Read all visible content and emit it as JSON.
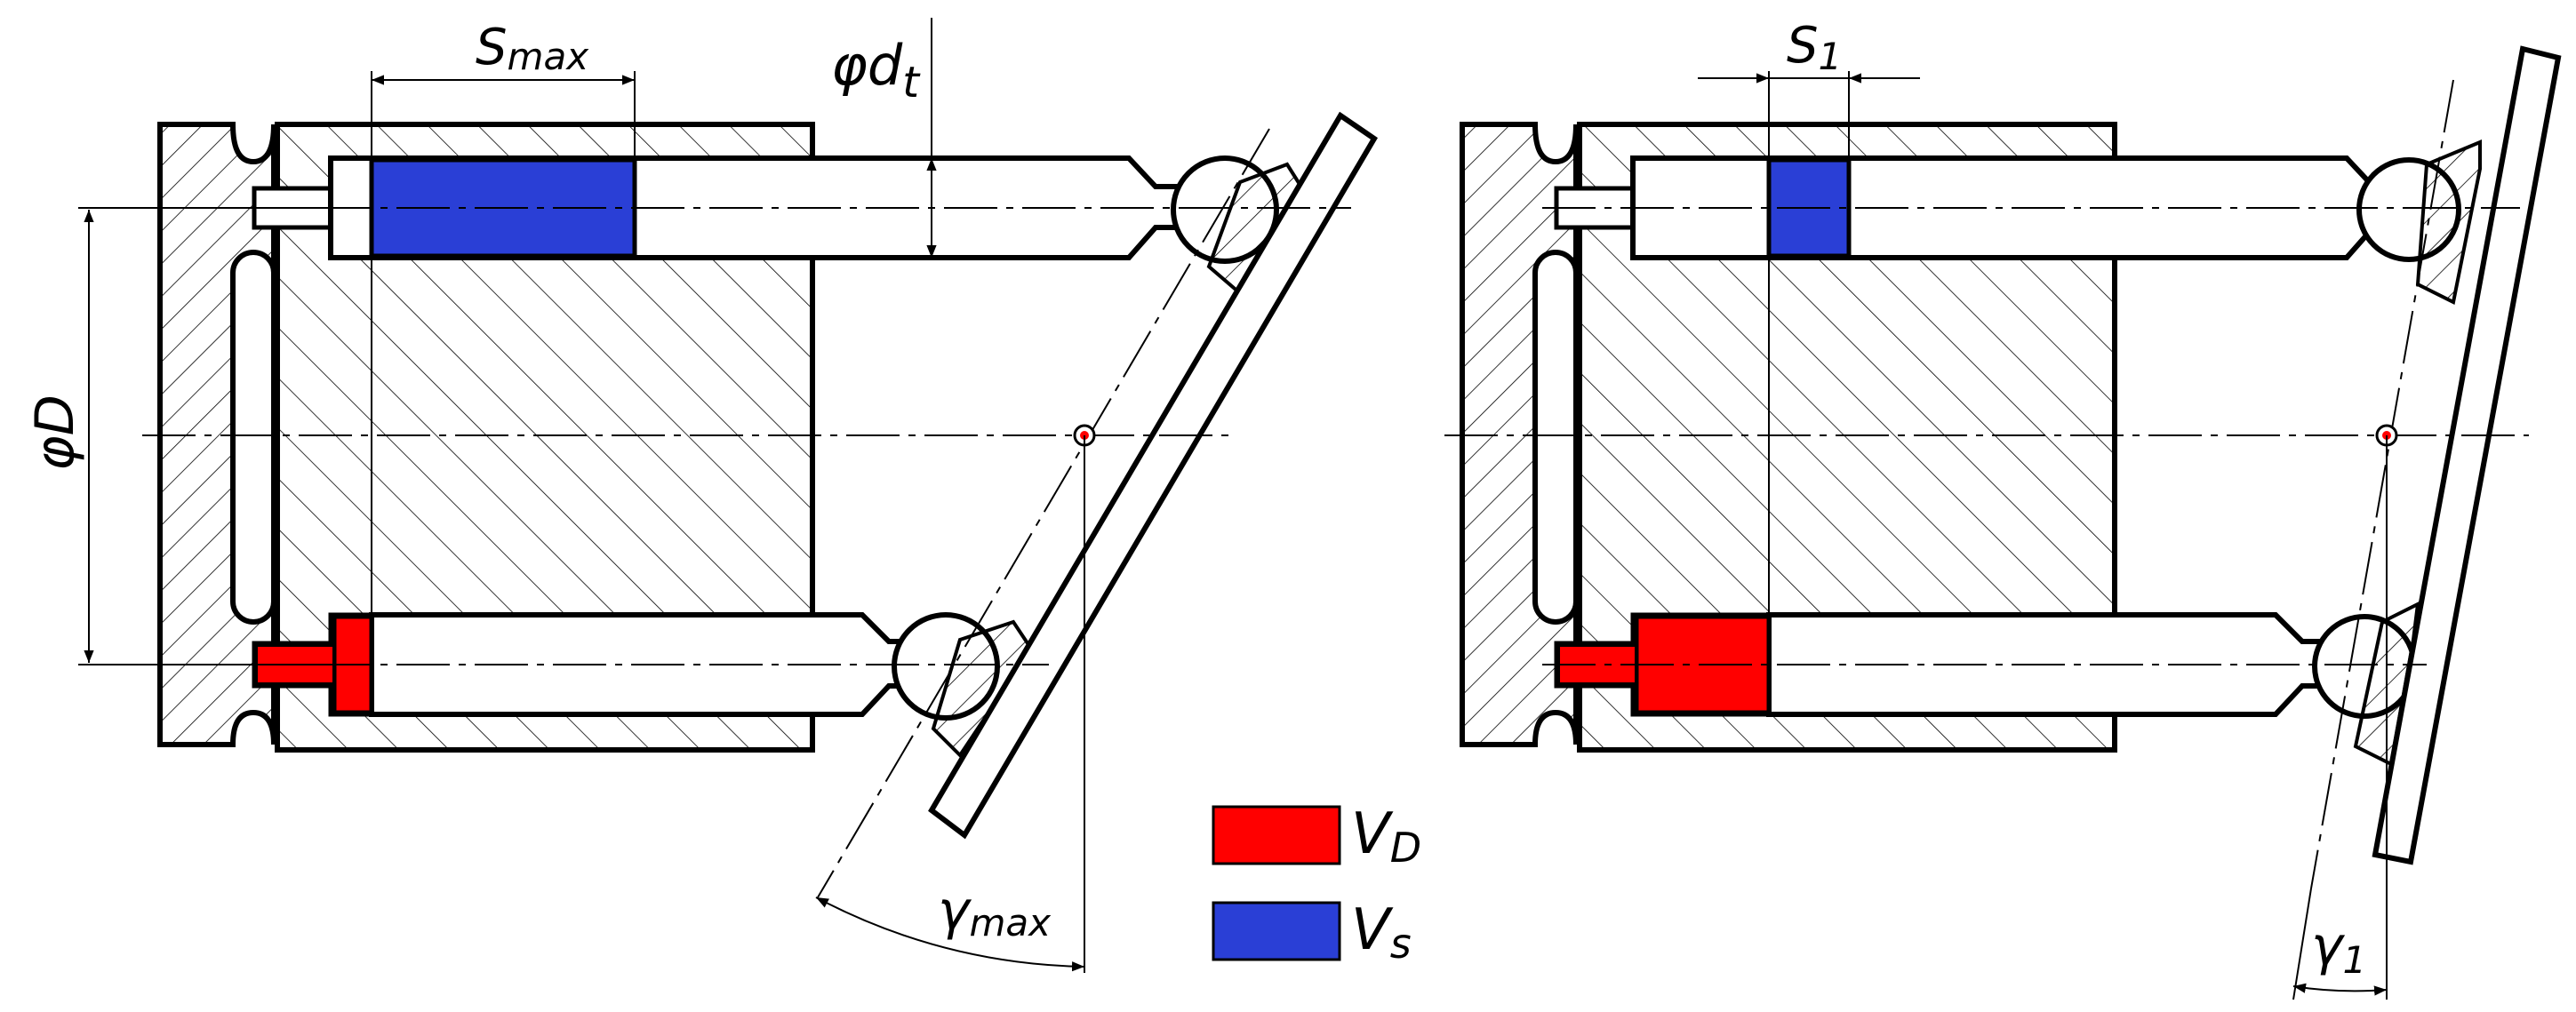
{
  "diagram": {
    "labels": {
      "s_max": "S",
      "s_max_sub": "max",
      "phi_dt": "φd",
      "phi_dt_sub": "t",
      "phi_D": "φD",
      "gamma_max": "γ",
      "gamma_max_sub": "max",
      "s_1": "S",
      "s_1_sub": "1",
      "gamma_1": "γ",
      "gamma_1_sub": "1"
    },
    "legend": [
      {
        "label": "V",
        "sub": "D",
        "color": "#ff0000"
      },
      {
        "label": "V",
        "sub": "s",
        "color": "#2a3fd6"
      }
    ],
    "colors": {
      "discharge": "#ff0000",
      "suction": "#2a3fd6",
      "line": "#000000"
    }
  }
}
